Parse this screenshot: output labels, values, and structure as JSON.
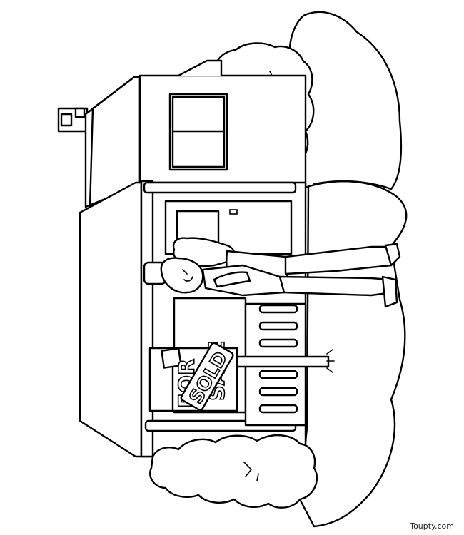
{
  "sign": {
    "line1": "FOR",
    "line2": "SALE",
    "banner": "SOLD"
  },
  "watermark": "Toupty.com",
  "colors": {
    "ink": "#000000",
    "paper": "#ffffff"
  }
}
